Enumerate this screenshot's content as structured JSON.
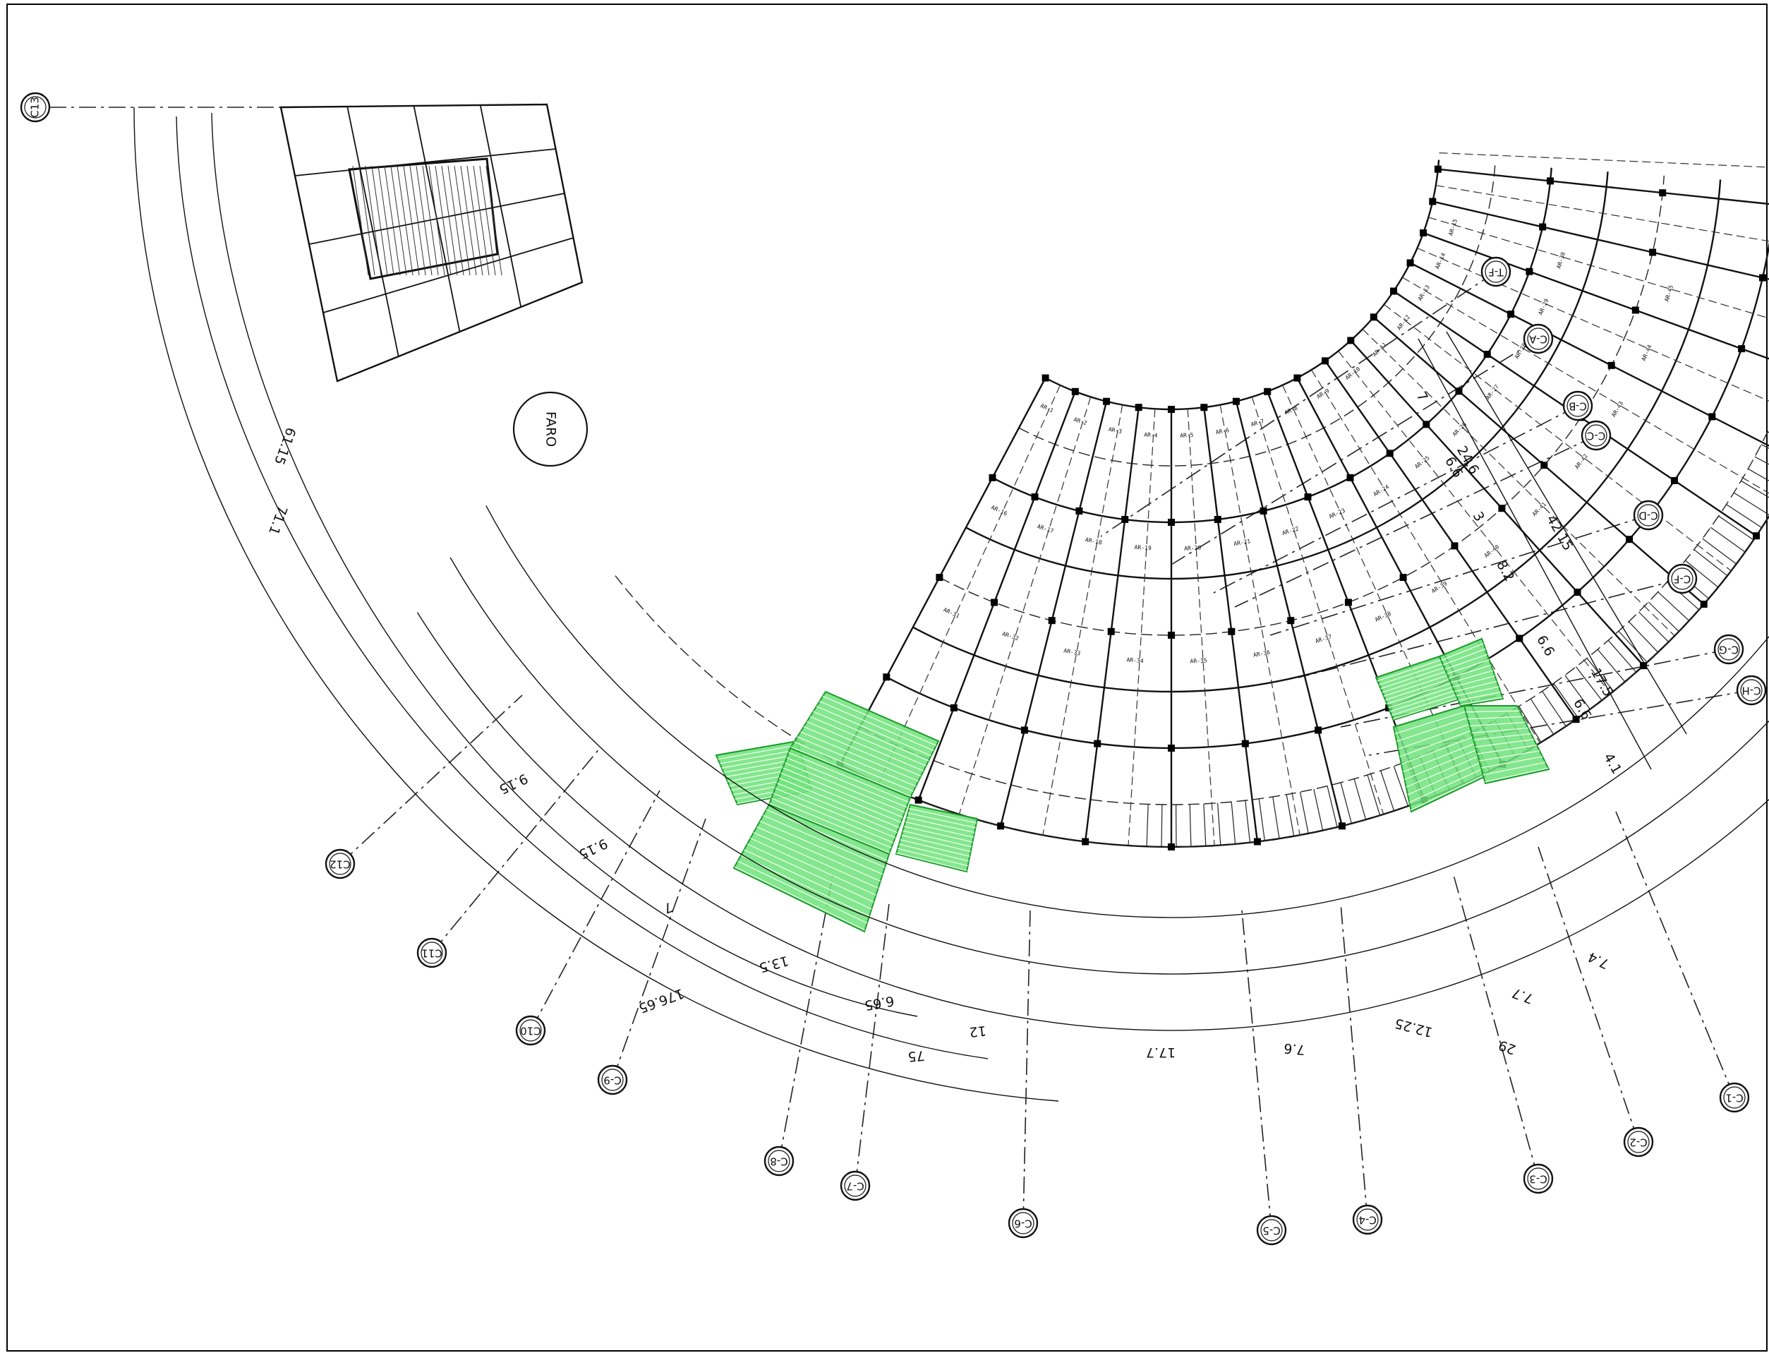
{
  "landmark": {
    "label": "FARO"
  },
  "grid_bubbles": [
    {
      "id": "C13",
      "label": "C13"
    },
    {
      "id": "C12",
      "label": "C12"
    },
    {
      "id": "C11",
      "label": "C11"
    },
    {
      "id": "C10",
      "label": "C10"
    },
    {
      "id": "C9",
      "label": "C-9"
    },
    {
      "id": "C8",
      "label": "C-8"
    },
    {
      "id": "C7",
      "label": "C-7"
    },
    {
      "id": "C6",
      "label": "C-6"
    },
    {
      "id": "C5",
      "label": "C-5"
    },
    {
      "id": "C4",
      "label": "C-4"
    },
    {
      "id": "C3",
      "label": "C-3"
    },
    {
      "id": "C2",
      "label": "C-2"
    },
    {
      "id": "C1",
      "label": "C-1"
    },
    {
      "id": "TF",
      "label": "T-F"
    },
    {
      "id": "CA",
      "label": "C-A"
    },
    {
      "id": "CB",
      "label": "C-B"
    },
    {
      "id": "CC",
      "label": "C-C"
    },
    {
      "id": "CD",
      "label": "C-D"
    },
    {
      "id": "CF",
      "label": "C-F"
    },
    {
      "id": "CG",
      "label": "C-G"
    },
    {
      "id": "CH",
      "label": "C-H"
    }
  ],
  "dimensions": {
    "arc_inner": [
      "9.15",
      "9.15",
      "7",
      "13.5",
      "6.65",
      "12",
      "17.7",
      "7.6",
      "12.25",
      "7.7",
      "7.4"
    ],
    "arc_mid": [
      "176.65",
      "75",
      "29"
    ],
    "arc_outer_left": [
      "61.15",
      "71.1"
    ],
    "radial_right": [
      "7",
      "6.6",
      "3",
      "8.2",
      "6.6",
      "6.6",
      "4.1"
    ],
    "radial_right_totals": [
      "24.6",
      "42.15",
      "17.5"
    ]
  },
  "slab_tags": [
    "AR-1",
    "AR-2",
    "AR-3",
    "AR-4",
    "AR-5",
    "AR-6",
    "AR-7",
    "AR-8",
    "AR-9",
    "AR-10",
    "AR-11",
    "AR-12",
    "AR-13",
    "AR-14",
    "AR-15",
    "AR-16",
    "AR-17",
    "AR-18",
    "AR-19",
    "AR-20",
    "AR-21",
    "AR-22",
    "AR-23",
    "AR-24",
    "AR-25",
    "AR-26",
    "AR-27",
    "AR-28",
    "AR-29",
    "AR-30",
    "AR-31",
    "AR-32",
    "AR-33",
    "AR-34",
    "AR-35",
    "AR-36",
    "AR-37",
    "AR-38",
    "AR-39",
    "AR-40",
    "AR-41",
    "AR-42",
    "AR-43",
    "AR-44",
    "AR-45"
  ],
  "colors": {
    "highlight": "#6ee27a",
    "highlight_stroke": "#1a9b28",
    "line": "#111111"
  }
}
